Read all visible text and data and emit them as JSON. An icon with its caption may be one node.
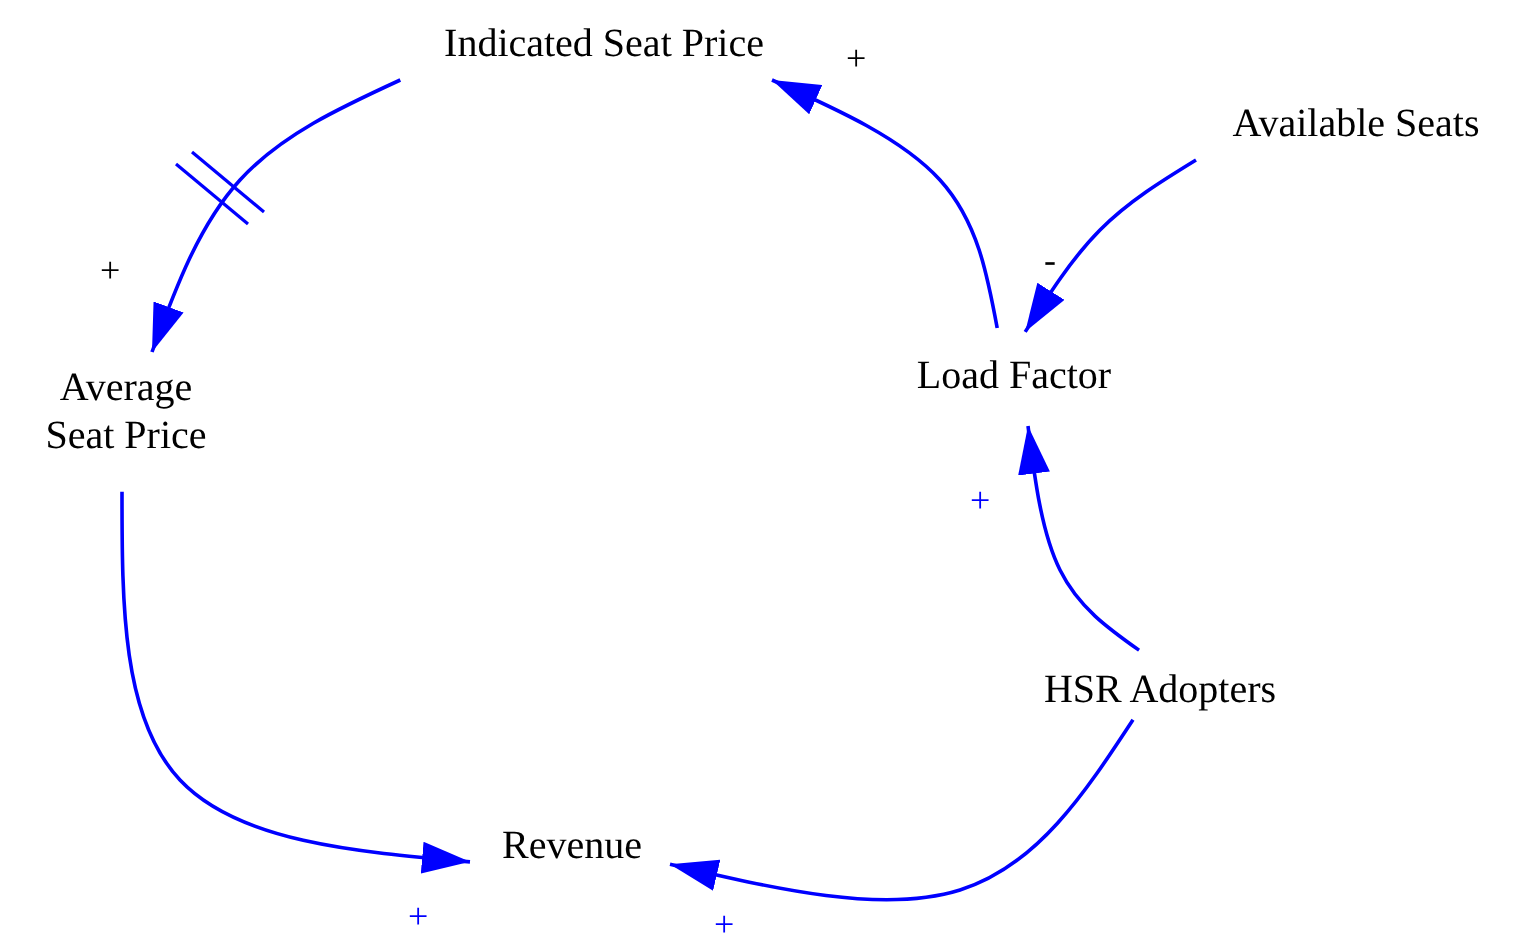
{
  "diagram": {
    "nodes": [
      {
        "text": [
          "Indicated Seat Price"
        ]
      },
      {
        "text": [
          "Available Seats"
        ]
      },
      {
        "text": [
          "Average Seat Price"
        ]
      },
      {
        "text": [
          "Load Factor"
        ]
      },
      {
        "text": [
          "HSR Adopters"
        ]
      },
      {
        "text": [
          "Revenue"
        ]
      }
    ],
    "edges": [
      {
        "from": 0,
        "to": 2,
        "arrow": "to",
        "label": "+"
      },
      {
        "from": 3,
        "to": 0,
        "arrow": "to",
        "label": "+"
      },
      {
        "from": 1,
        "to": 3,
        "arrow": "to",
        "label": "-"
      },
      {
        "from": 4,
        "to": 3,
        "arrow": "to",
        "label": "+"
      },
      {
        "from": 2,
        "to": 5,
        "arrow": "to",
        "label": "+"
      },
      {
        "from": 4,
        "to": 5,
        "arrow": "to",
        "label": "+"
      }
    ]
  }
}
